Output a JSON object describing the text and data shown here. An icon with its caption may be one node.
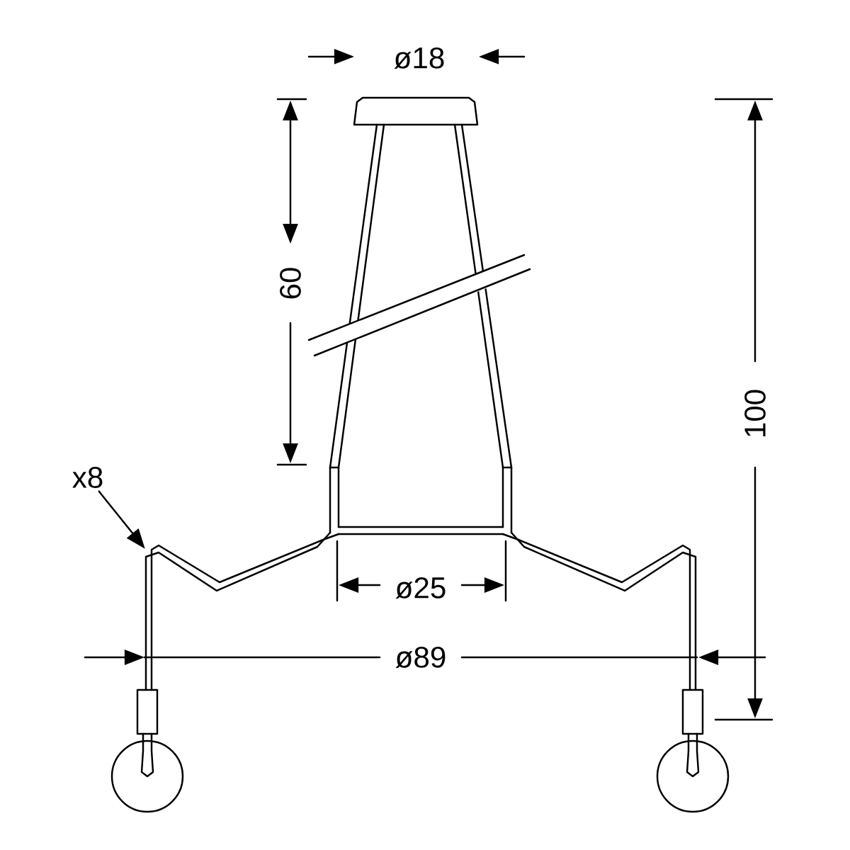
{
  "diagram": {
    "nodes": [
      {
        "text": [
          "x8"
        ]
      },
      {
        "text": [],
        "shape": "picture"
      }
    ],
    "edges": [
      {
        "from": 0,
        "to": 1,
        "arrow": "to"
      }
    ],
    "labels": [
      "ø18",
      "60",
      "100",
      "ø25",
      "ø89"
    ]
  }
}
